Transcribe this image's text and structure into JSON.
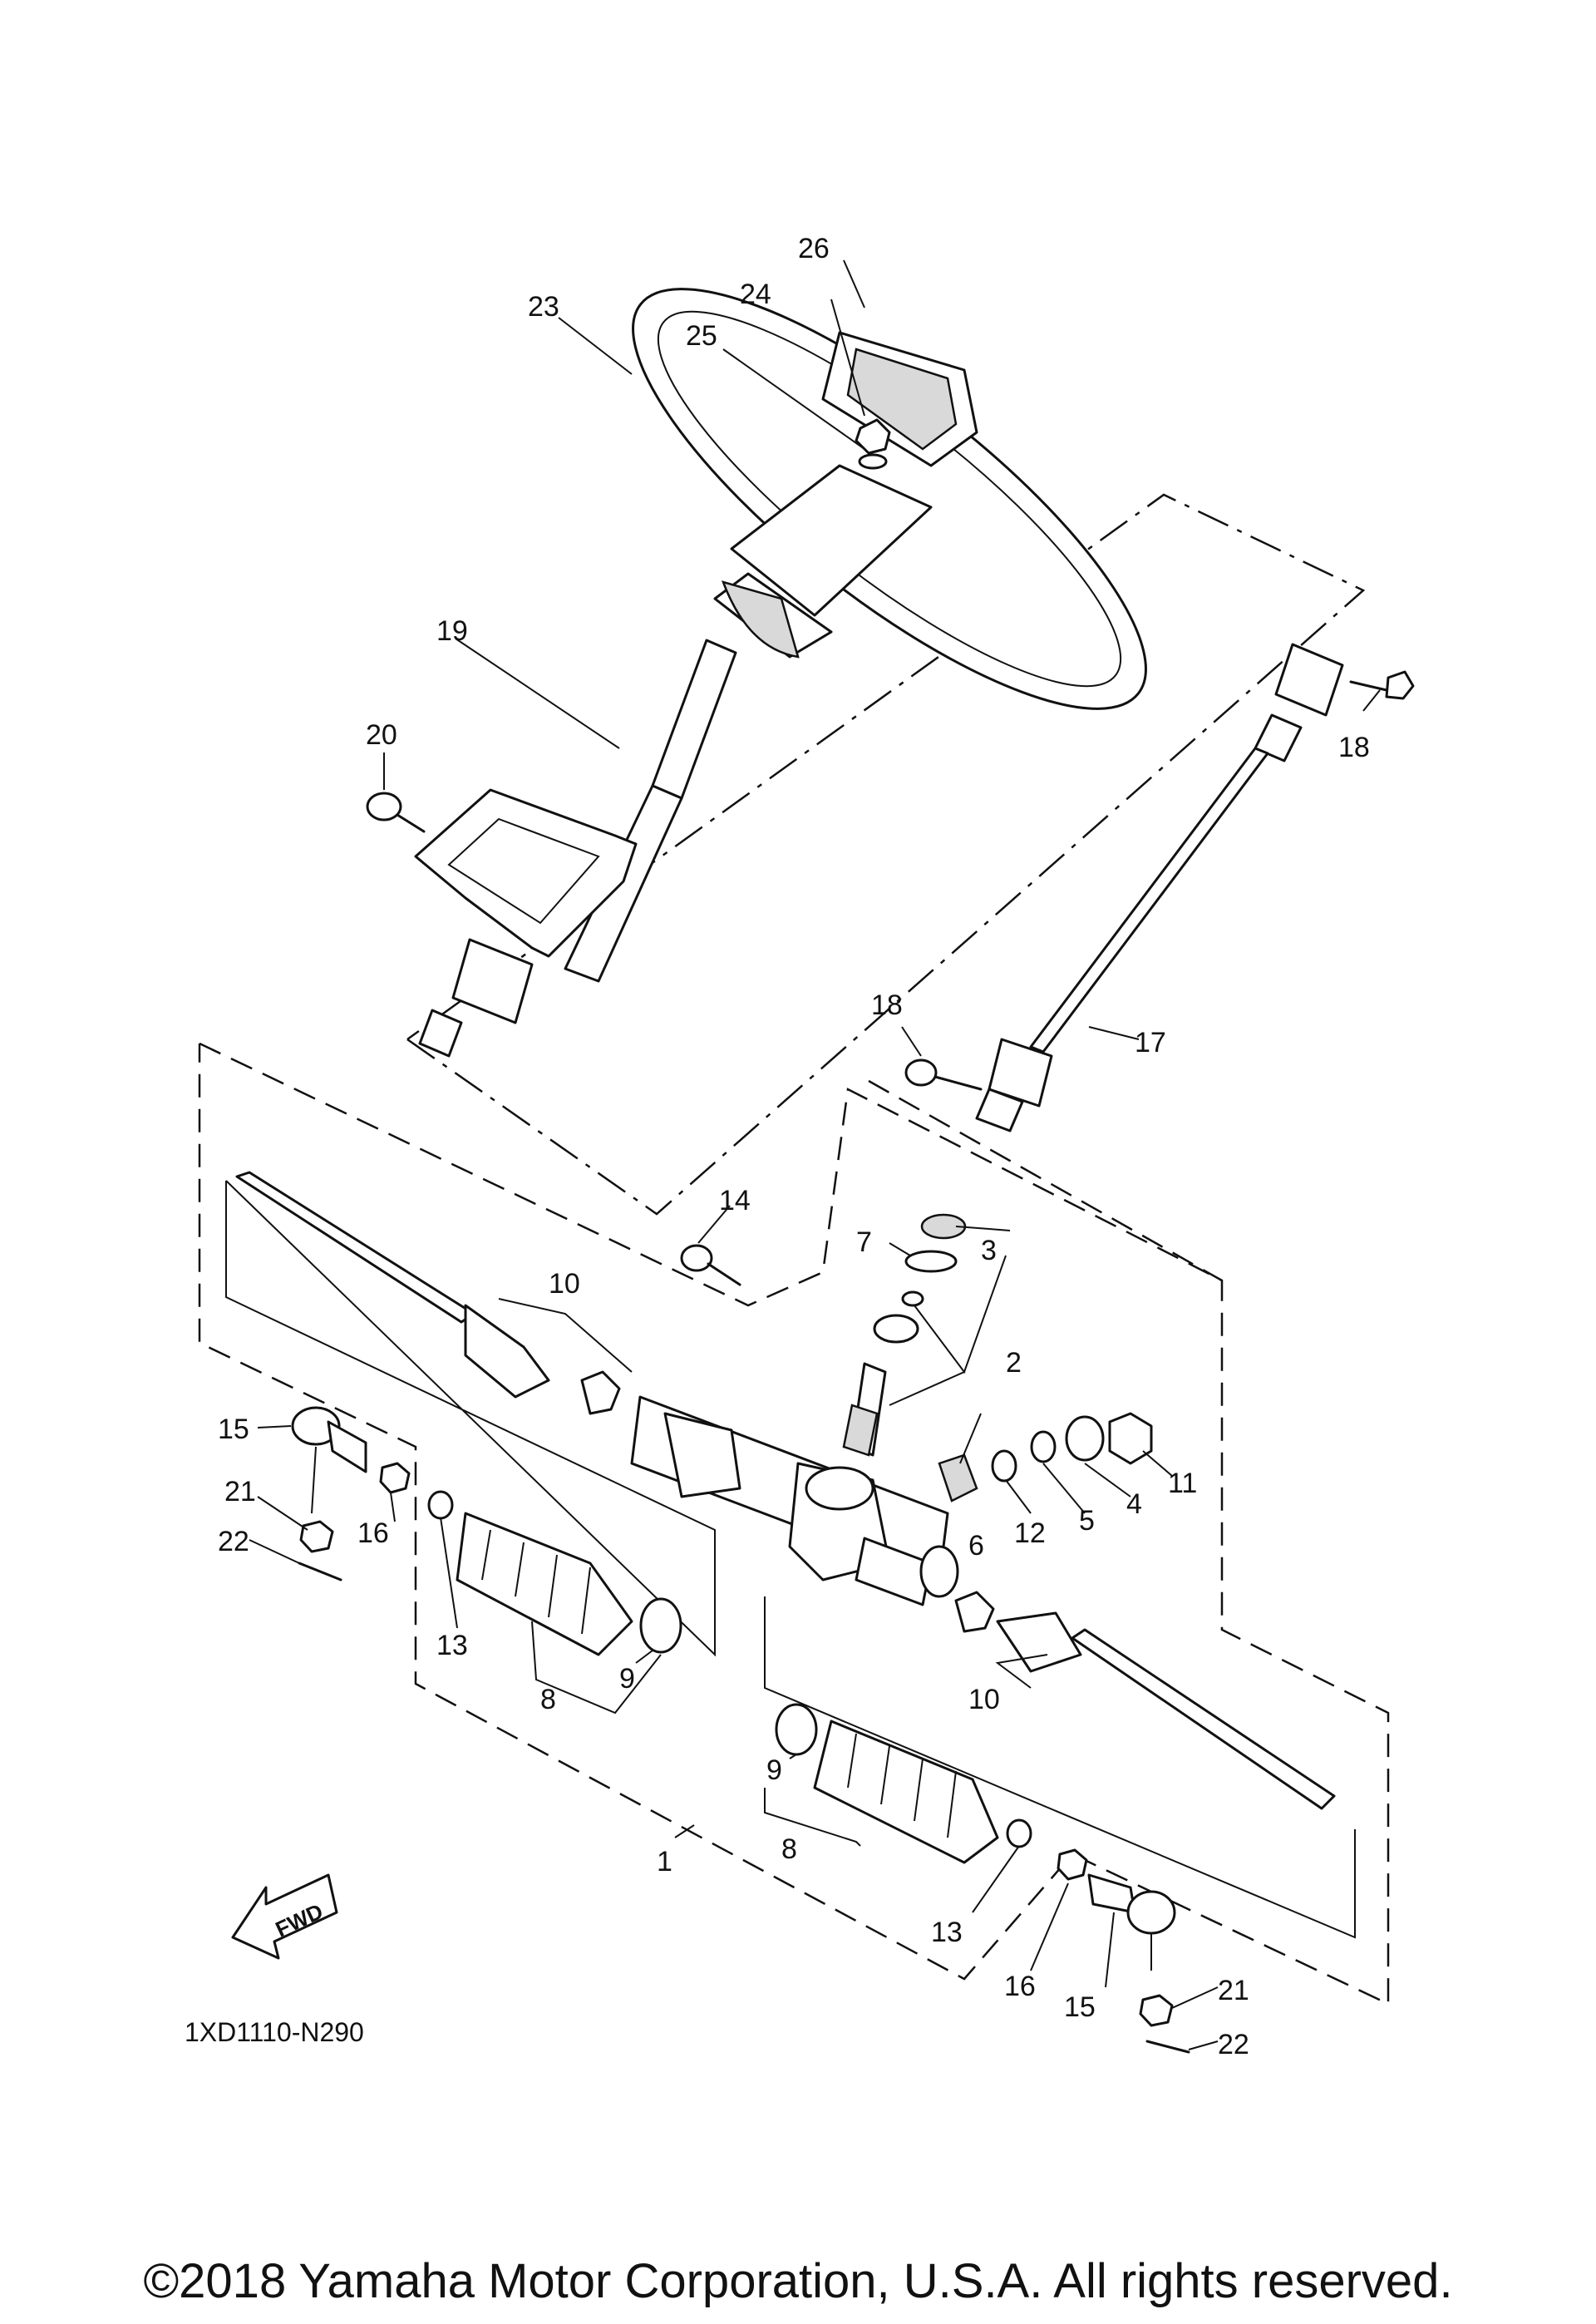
{
  "diagram": {
    "callouts": [
      "1",
      "2",
      "3",
      "4",
      "5",
      "6",
      "7",
      "8",
      "9",
      "10",
      "11",
      "12",
      "13",
      "14",
      "15",
      "16",
      "17",
      "18",
      "19",
      "20",
      "21",
      "22",
      "23",
      "24",
      "25",
      "26"
    ],
    "diagram_code": "1XD1110-N290",
    "fwd_label": "FWD",
    "copyright": "©2018 Yamaha Motor Corporation, U.S.A. All rights reserved."
  }
}
